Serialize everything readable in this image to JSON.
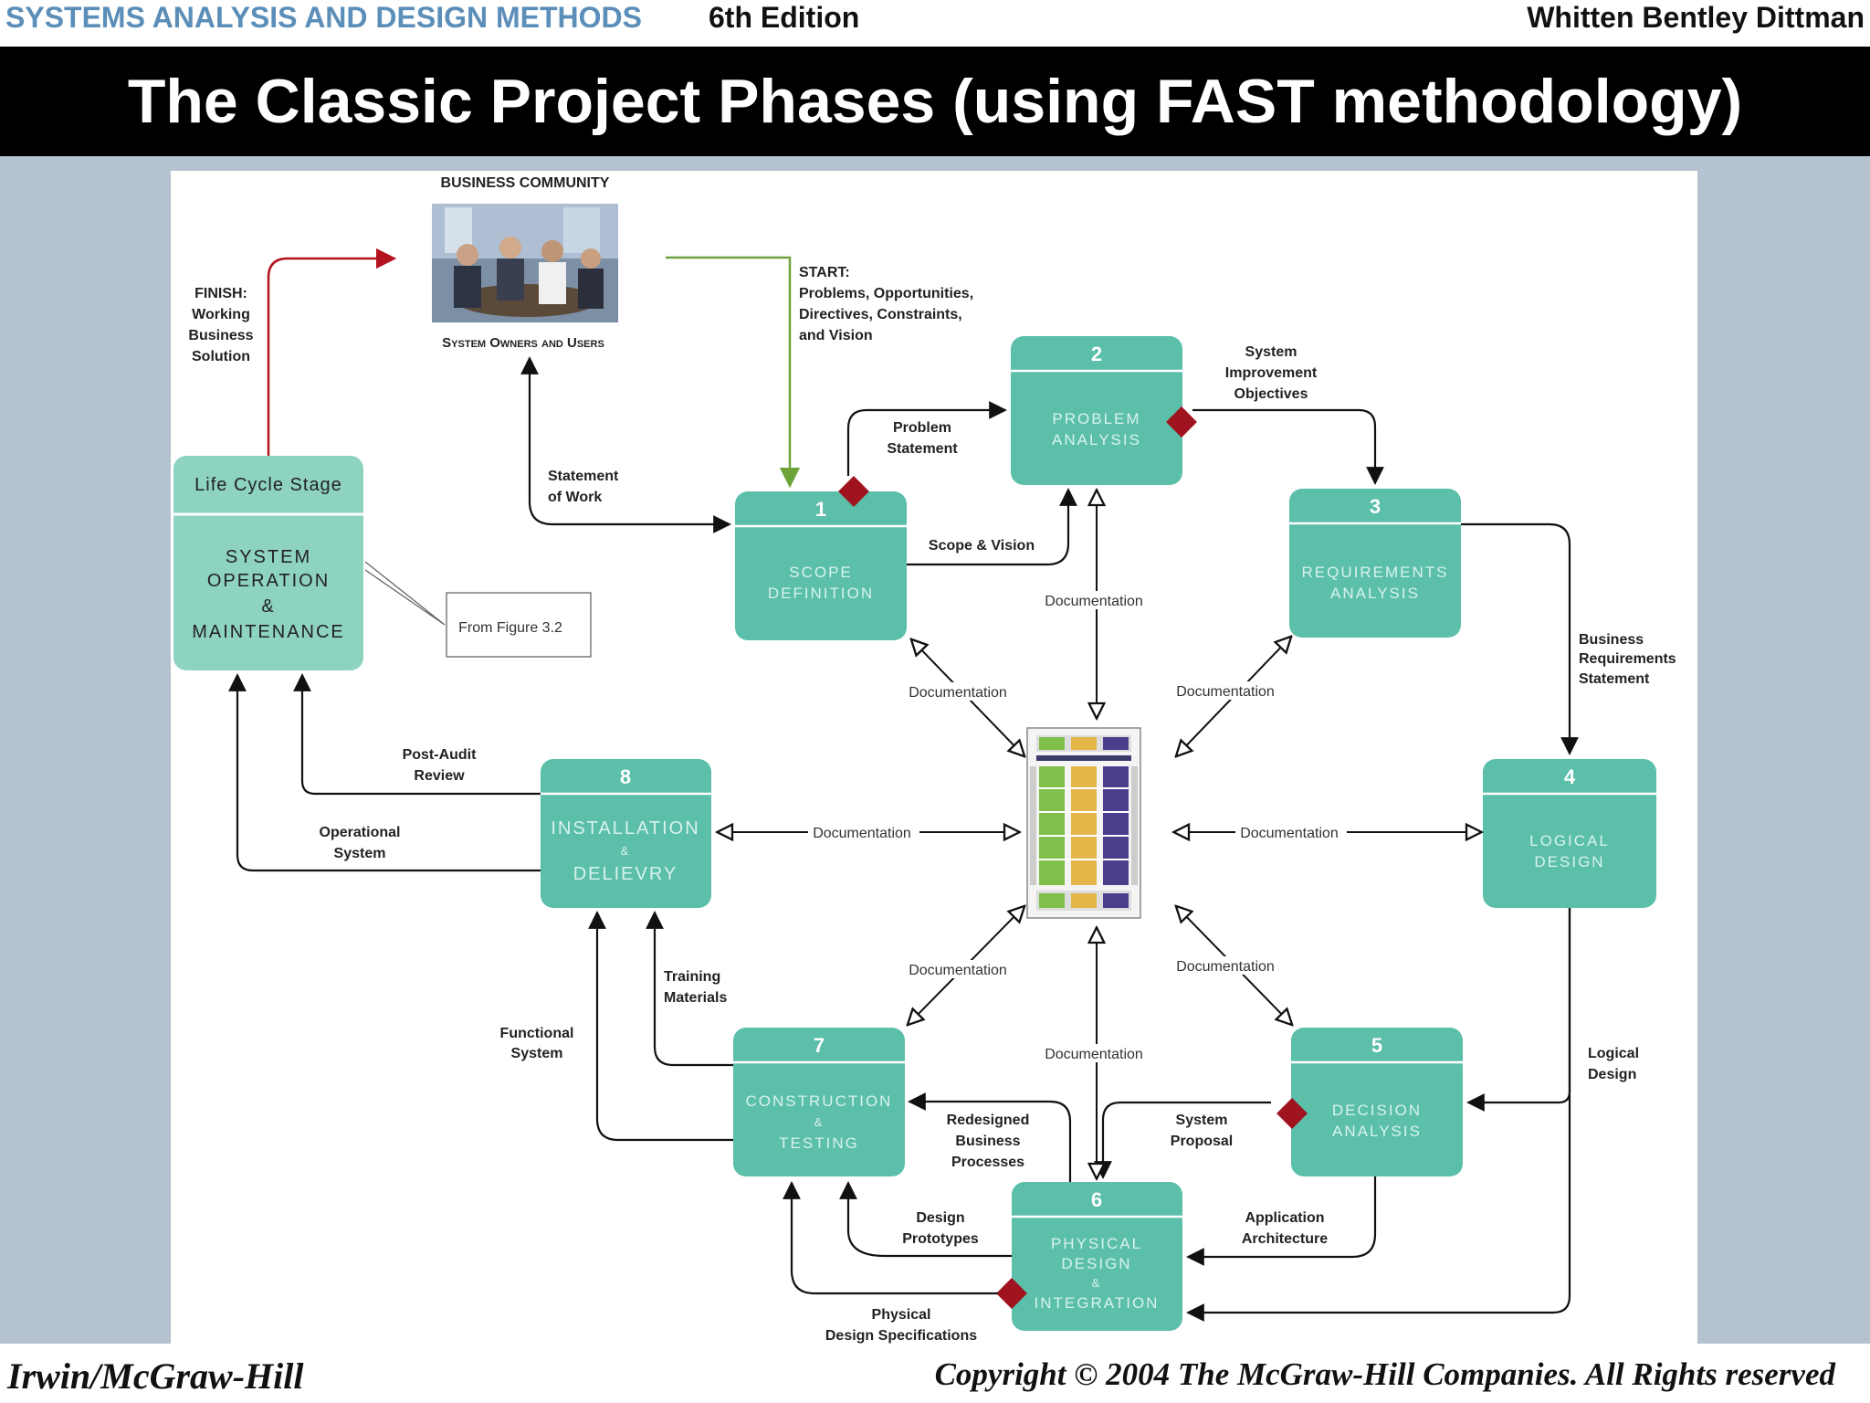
{
  "header": {
    "book_title": "SYSTEMS ANALYSIS AND DESIGN METHODS",
    "edition": "6th Edition",
    "authors": "Whitten   Bentley   Dittman"
  },
  "slide_title": "The Classic Project Phases (using FAST methodology)",
  "footer": {
    "publisher": "Irwin/McGraw-Hill",
    "copyright": "Copyright © 2004 The McGraw-Hill Companies. All Rights reserved"
  },
  "diagram": {
    "business_community": {
      "heading": "BUSINESS COMMUNITY",
      "caption": "System Owners and Users"
    },
    "start_label": [
      "START:",
      "Problems, Opportunities,",
      "Directives, Constraints,",
      "and Vision"
    ],
    "finish_label": [
      "FINISH:",
      "Working",
      "Business",
      "Solution"
    ],
    "life_cycle_box": {
      "header": "Life Cycle Stage",
      "lines": [
        "SYSTEM",
        "OPERATION",
        "&",
        "MAINTENANCE"
      ]
    },
    "from_figure": "From Figure 3.2",
    "phases": [
      {
        "num": "1",
        "lines": [
          "SCOPE",
          "DEFINITION"
        ]
      },
      {
        "num": "2",
        "lines": [
          "PROBLEM",
          "ANALYSIS"
        ]
      },
      {
        "num": "3",
        "lines": [
          "REQUIREMENTS",
          "ANALYSIS"
        ]
      },
      {
        "num": "4",
        "lines": [
          "LOGICAL",
          "DESIGN"
        ]
      },
      {
        "num": "5",
        "lines": [
          "DECISION",
          "ANALYSIS"
        ]
      },
      {
        "num": "6",
        "lines": [
          "PHYSICAL",
          "DESIGN",
          "&",
          "INTEGRATION"
        ]
      },
      {
        "num": "7",
        "lines": [
          "CONSTRUCTION",
          "&",
          "TESTING"
        ]
      },
      {
        "num": "8",
        "lines": [
          "INSTALLATION",
          "&",
          "DELIEVRY"
        ]
      }
    ],
    "flow_labels": {
      "statement_of_work": [
        "Statement",
        "of Work"
      ],
      "problem_statement": [
        "Problem",
        "Statement"
      ],
      "scope_vision": "Scope & Vision",
      "system_improvement": [
        "System",
        "Improvement",
        "Objectives"
      ],
      "business_requirements": [
        "Business",
        "Requirements",
        "Statement"
      ],
      "logical_design": [
        "Logical",
        "Design"
      ],
      "system_proposal": [
        "System",
        "Proposal"
      ],
      "application_architecture": [
        "Application",
        "Architecture"
      ],
      "redesigned_processes": [
        "Redesigned",
        "Business",
        "Processes"
      ],
      "design_prototypes": [
        "Design",
        "Prototypes"
      ],
      "physical_specs": [
        "Physical",
        "Design Specifications"
      ],
      "training_materials": [
        "Training",
        "Materials"
      ],
      "functional_system": [
        "Functional",
        "System"
      ],
      "post_audit": [
        "Post-Audit",
        "Review"
      ],
      "operational_system": [
        "Operational",
        "System"
      ],
      "documentation": "Documentation"
    }
  }
}
